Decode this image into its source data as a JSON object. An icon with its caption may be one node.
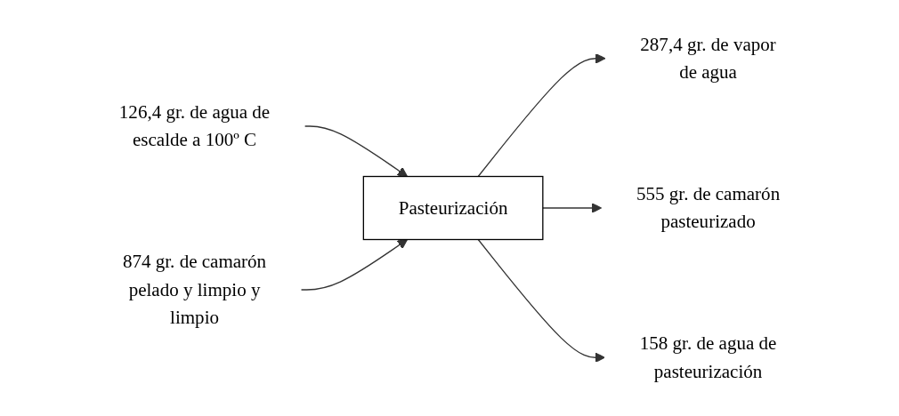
{
  "diagram": {
    "nodes": [
      {
        "text": [
          "126,4 gr. de agua de escalde a 100º C"
        ]
      },
      {
        "text": [
          "287,4 gr. de vapor de agua"
        ]
      },
      {
        "text": [
          "874 gr. de camarón pelado y limpio y limpio"
        ]
      },
      {
        "text": [
          "Pasteurización"
        ]
      },
      {
        "text": [
          "555 gr. de camarón pasteurizado"
        ]
      },
      {
        "text": [
          "158 gr. de agua de pasteurización"
        ]
      }
    ],
    "edges": [
      {
        "from": 0,
        "to": 3,
        "arrow": "to"
      },
      {
        "from": 3,
        "to": 1,
        "arrow": "to"
      },
      {
        "from": 2,
        "to": 3,
        "arrow": "to"
      },
      {
        "from": 3,
        "to": 4,
        "arrow": "to"
      },
      {
        "from": 3,
        "to": 5,
        "arrow": "to"
      }
    ]
  }
}
